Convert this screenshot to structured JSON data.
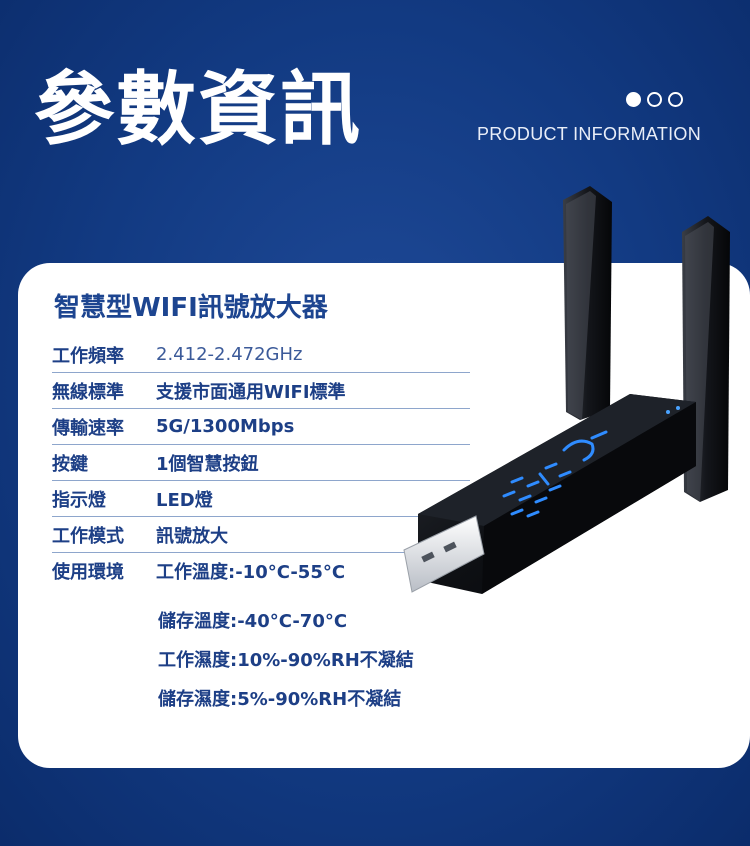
{
  "header": {
    "title": "參數資訊",
    "subtitle": "PRODUCT INFORMATION",
    "pager": [
      "active",
      "inactive",
      "inactive"
    ]
  },
  "card": {
    "title": "智慧型WIFI訊號放大器",
    "specs": [
      {
        "label": "工作頻率",
        "value": "2.412-2.472GHz"
      },
      {
        "label": "無線標準",
        "value": "支援市面通用WIFI標準"
      },
      {
        "label": "傳輸速率",
        "value": "5G/1300Mbps"
      },
      {
        "label": "按鍵",
        "value": "1個智慧按鈕"
      },
      {
        "label": "指示燈",
        "value": "LED燈"
      },
      {
        "label": "工作模式",
        "value": "訊號放大"
      },
      {
        "label": "使用環境",
        "value": "工作溫度:-10°C-55°C"
      }
    ],
    "environment_extra": [
      "儲存溫度:-40°C-70°C",
      "工作濕度:10%-90%RH不凝結",
      "儲存濕度:5%-90%RH不凝結"
    ]
  },
  "colors": {
    "background": "#123a82",
    "accent": "#1d4590",
    "card": "#ffffff",
    "led": "#2f8cff"
  }
}
